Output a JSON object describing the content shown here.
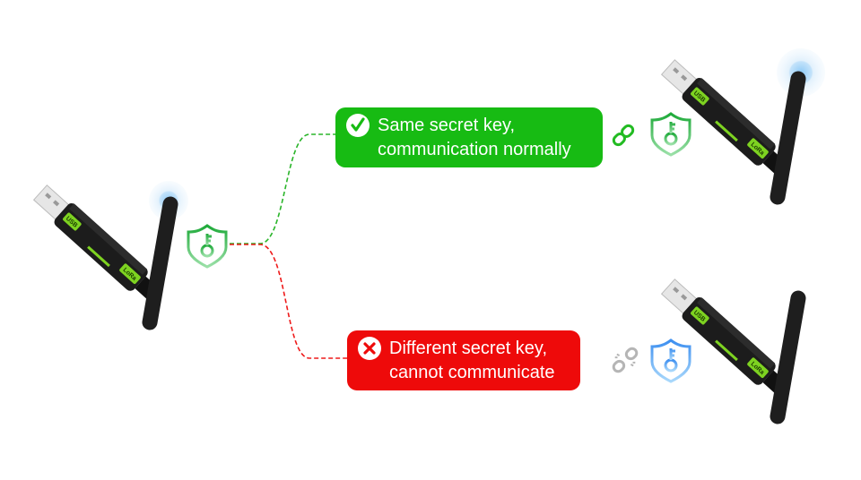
{
  "labels": {
    "same_key_line1": "Same secret key,",
    "same_key_line2": "communication normally",
    "diff_key_line1": "Different secret key,",
    "diff_key_line2": "cannot communicate"
  },
  "device": {
    "usb_label": "USB",
    "lora_label": "LoRa"
  },
  "icons": {
    "success": "check-circle-icon",
    "failure": "x-circle-icon",
    "shield_key": "shield-key-icon",
    "link": "link-icon",
    "broken_link": "broken-link-icon"
  },
  "colors": {
    "success": "#17bb13",
    "failure": "#ee0a0a",
    "shield_ok": "#3cbf5a",
    "shield_bad": "#5aa8f0"
  }
}
